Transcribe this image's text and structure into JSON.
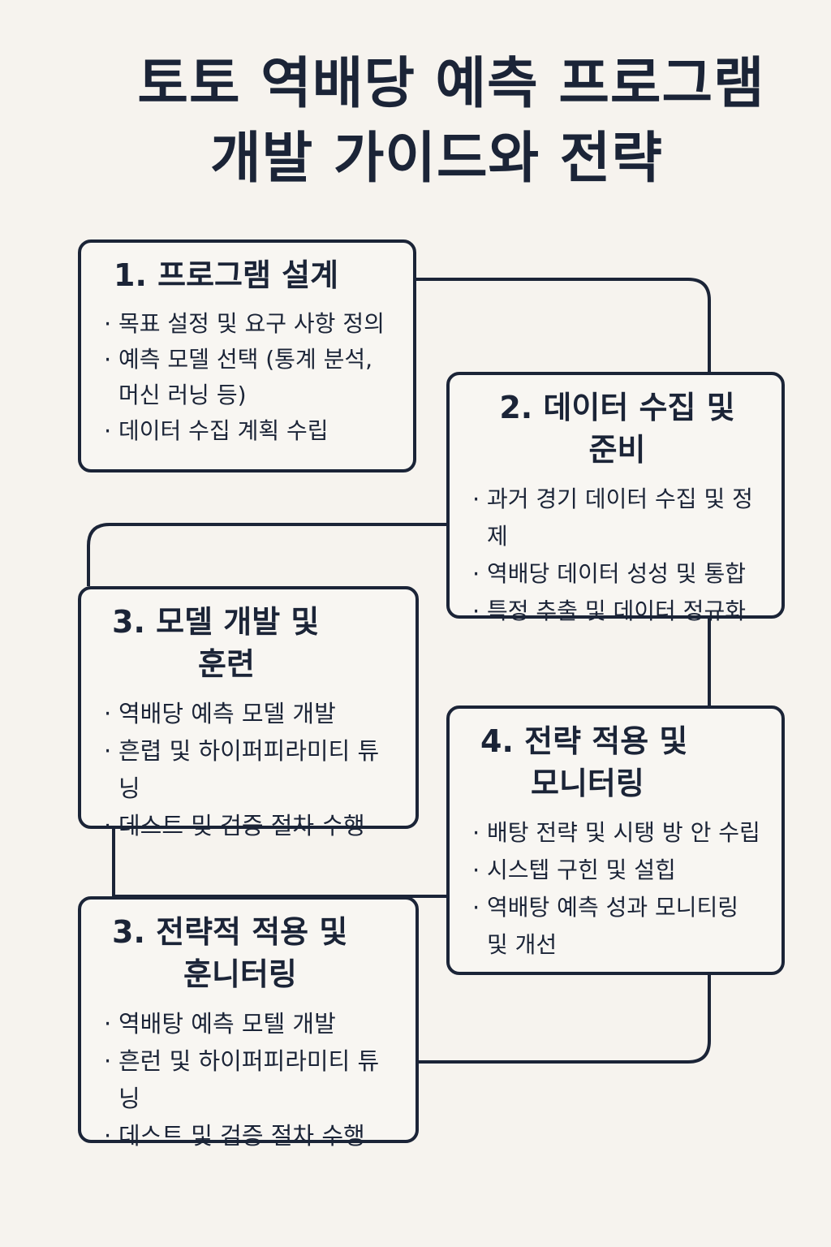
{
  "title": {
    "line1": "토토 역배당 예측 프로그램",
    "line2": "개발 가이드와 전략"
  },
  "steps": [
    {
      "title_lines": [
        "1. 프로그램 설계"
      ],
      "bullets": [
        "목표 설정 및 요구 사항 정의",
        "예측 모델 선택 (통계 분석, 머신 러닝 등)",
        "데이터 수집 계획 수립"
      ]
    },
    {
      "title_lines": [
        "2. 데이터 수집 및",
        "준비"
      ],
      "bullets": [
        "과거 경기 데이터 수집 및 정제",
        "역배당 데이터 성성 및 통합",
        "특정 추출 및 데이터 정규화"
      ]
    },
    {
      "title_lines": [
        "3. 모델 개발 및",
        "훈련"
      ],
      "bullets": [
        "역배당 예측 모델 개발",
        "흔렵 및 하이퍼피라미티 튜닝",
        "데스트 및 검증 절차 수행"
      ]
    },
    {
      "title_lines": [
        "4. 전략 적용 및",
        "모니터링"
      ],
      "bullets": [
        "배탕 전략 및 시탱 방 안 수립",
        "시스텝 구힌 및 설힙",
        "역배탕 예측 성과 모니티링 및 개선"
      ]
    },
    {
      "title_lines": [
        "3. 전략적 적용 및",
        "훈니터링"
      ],
      "bullets": [
        "역배탕 예측 모텔 개발",
        "흔런 및 하이퍼피라미티 튜닝",
        "데스트 및 검증 절차 수행"
      ]
    }
  ],
  "bullet_symbol": "·",
  "colors": {
    "background": "#f6f3ee",
    "ink": "#1b2437",
    "box_fill": "#f8f6f2"
  }
}
